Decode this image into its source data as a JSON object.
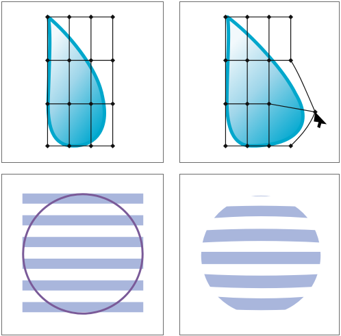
{
  "colors": {
    "frame": "#6b6b6b",
    "drop_stroke": "#00a7cc",
    "drop_fill_light": "#e6f4fa",
    "drop_fill_dark": "#00a8d0",
    "mesh": "#111111",
    "cursor": "#000000",
    "stripe": "#a9b6dc",
    "circle": "#7a5a98"
  },
  "panels": [
    {
      "id": "drop-envelope",
      "description_icon": "drop-shape-with-mesh-grid"
    },
    {
      "id": "drop-envelope-distorted",
      "description_icon": "drop-mesh-point-dragged"
    },
    {
      "id": "stripes-with-circle",
      "description_icon": "stripes-circle-outline"
    },
    {
      "id": "sphere-warped-stripes",
      "description_icon": "spherized-stripes"
    }
  ]
}
